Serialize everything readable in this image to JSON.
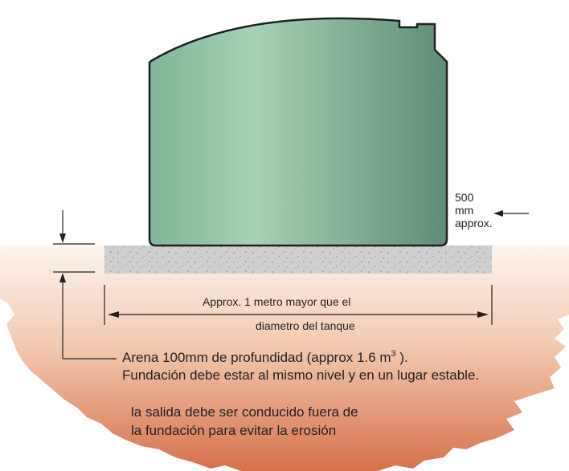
{
  "labels": {
    "height_value": "500",
    "height_unit": "mm",
    "height_approx": "approx.",
    "meter_line1": "Approx. 1 metro mayor que el",
    "meter_line2": "diametro del tanque",
    "sand_line1_text": "Arena 100mm de profundidad (approx 1.6 m",
    "sand_line1_sup": "3",
    "sand_line1_end": " ).",
    "sand_line2": "Fundación debe estar al mismo nivel y en un lugar estable.",
    "outlet_line1": "la  salida debe ser conducido fuera de",
    "outlet_line2": "la fundación para evitar la erosión"
  },
  "colors": {
    "tank_light": "#a7d1b5",
    "tank_mid": "#7fb598",
    "tank_dark": "#5e8c76",
    "tank_outline": "#231f20",
    "sand_pad": "#cfcfcf",
    "ground_top": "#fdf5f0",
    "ground_bottom": "#d6704a",
    "line_color": "#231f20"
  }
}
